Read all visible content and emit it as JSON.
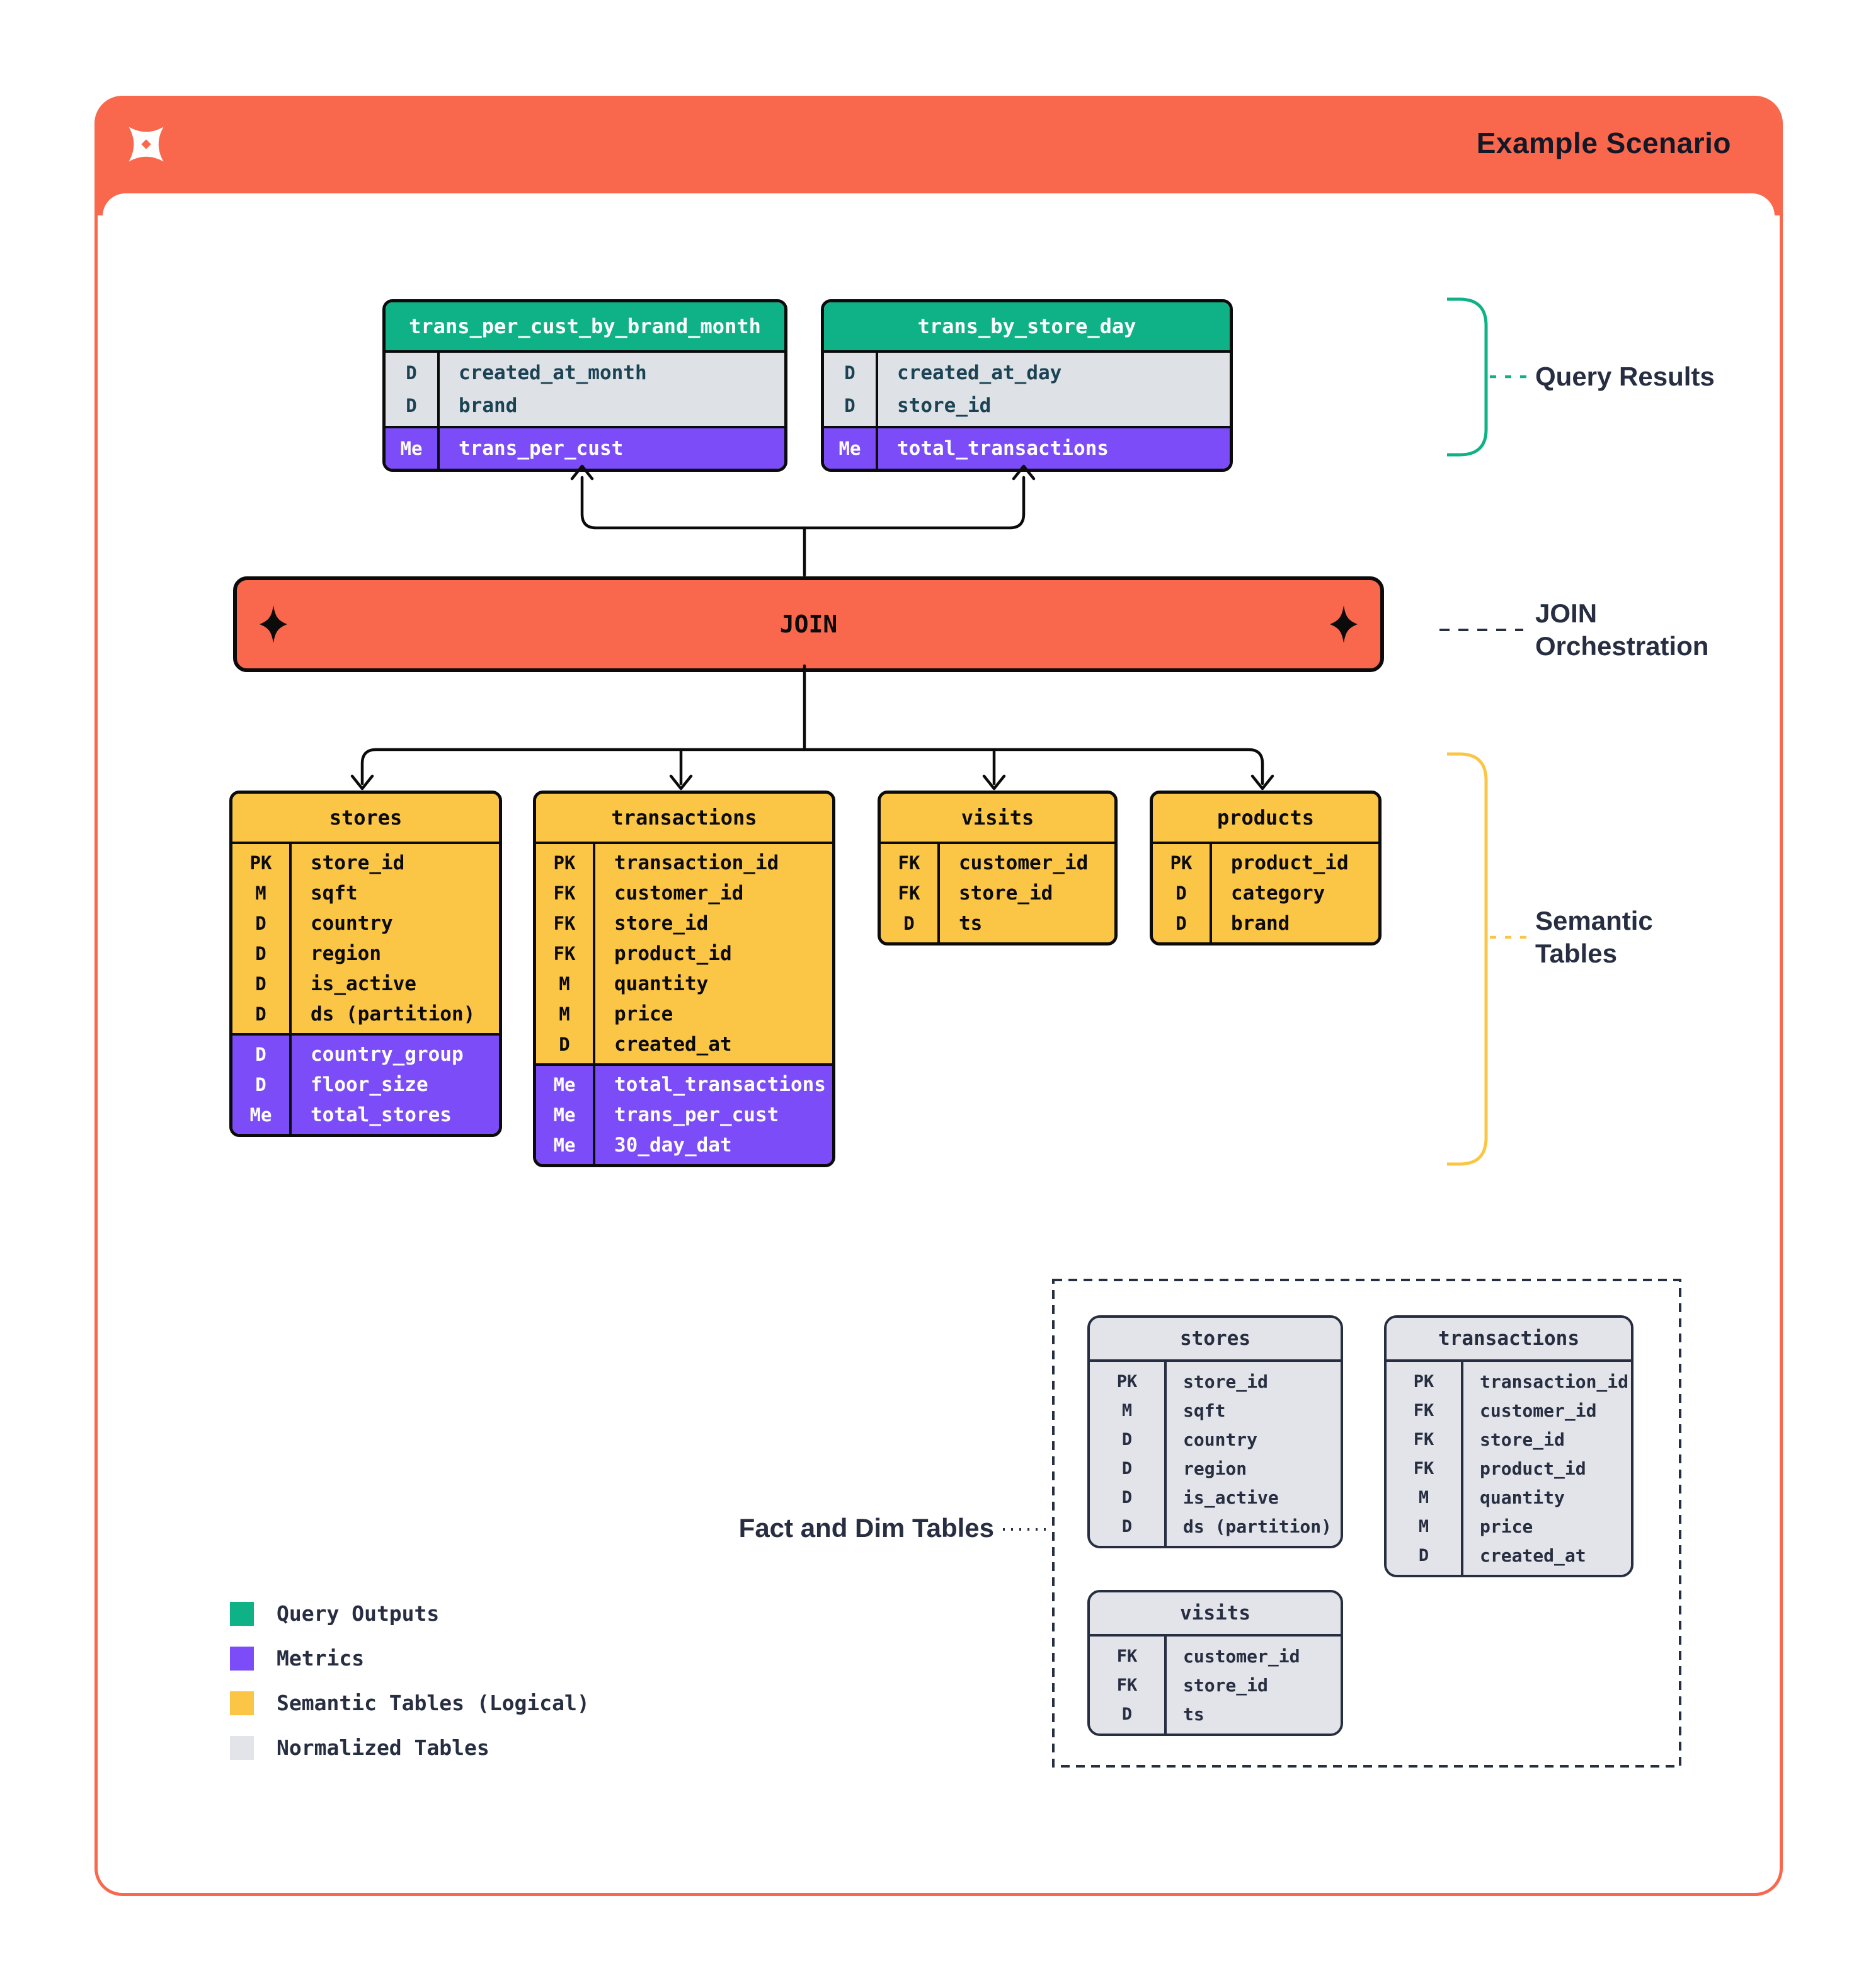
{
  "colors": {
    "orange": "#F9684C",
    "green": "#0FB286",
    "purple": "#7B4CF8",
    "yellow": "#FBC645",
    "gray_row": "#DEE1E6",
    "gray_table": "#E2E4E9",
    "navy": "#272E41",
    "teal_text": "#1B4354",
    "black": "#0B0B0B"
  },
  "header": {
    "title": "Example Scenario"
  },
  "join": {
    "label": "JOIN"
  },
  "annotations": {
    "query_results": "Query Results",
    "join_line1": "JOIN",
    "join_line2": "Orchestration",
    "semantic_line1": "Semantic",
    "semantic_line2": "Tables",
    "fact_dim": "Fact and Dim Tables"
  },
  "query_results_tables": [
    {
      "title": "trans_per_cust_by_brand_month",
      "dims": [
        {
          "key": "D",
          "name": "created_at_month"
        },
        {
          "key": "D",
          "name": "brand"
        }
      ],
      "metrics": [
        {
          "key": "Me",
          "name": "trans_per_cust"
        }
      ]
    },
    {
      "title": "trans_by_store_day",
      "dims": [
        {
          "key": "D",
          "name": "created_at_day"
        },
        {
          "key": "D",
          "name": "store_id"
        }
      ],
      "metrics": [
        {
          "key": "Me",
          "name": "total_transactions"
        }
      ]
    }
  ],
  "semantic_tables": [
    {
      "title": "stores",
      "fields": [
        {
          "key": "PK",
          "name": "store_id"
        },
        {
          "key": "M",
          "name": "sqft"
        },
        {
          "key": "D",
          "name": "country"
        },
        {
          "key": "D",
          "name": "region"
        },
        {
          "key": "D",
          "name": "is_active"
        },
        {
          "key": "D",
          "name": "ds (partition)"
        }
      ],
      "metrics": [
        {
          "key": "D",
          "name": "country_group"
        },
        {
          "key": "D",
          "name": "floor_size"
        },
        {
          "key": "Me",
          "name": "total_stores"
        }
      ]
    },
    {
      "title": "transactions",
      "fields": [
        {
          "key": "PK",
          "name": "transaction_id"
        },
        {
          "key": "FK",
          "name": "customer_id"
        },
        {
          "key": "FK",
          "name": "store_id"
        },
        {
          "key": "FK",
          "name": "product_id"
        },
        {
          "key": "M",
          "name": "quantity"
        },
        {
          "key": "M",
          "name": "price"
        },
        {
          "key": "D",
          "name": "created_at"
        }
      ],
      "metrics": [
        {
          "key": "Me",
          "name": "total_transactions"
        },
        {
          "key": "Me",
          "name": "trans_per_cust"
        },
        {
          "key": "Me",
          "name": "30_day_dat"
        }
      ]
    },
    {
      "title": "visits",
      "fields": [
        {
          "key": "FK",
          "name": "customer_id"
        },
        {
          "key": "FK",
          "name": "store_id"
        },
        {
          "key": "D",
          "name": "ts"
        }
      ],
      "metrics": []
    },
    {
      "title": "products",
      "fields": [
        {
          "key": "PK",
          "name": "product_id"
        },
        {
          "key": "D",
          "name": "category"
        },
        {
          "key": "D",
          "name": "brand"
        }
      ],
      "metrics": []
    }
  ],
  "normalized_tables": [
    {
      "title": "stores",
      "fields": [
        {
          "key": "PK",
          "name": "store_id"
        },
        {
          "key": "M",
          "name": "sqft"
        },
        {
          "key": "D",
          "name": "country"
        },
        {
          "key": "D",
          "name": "region"
        },
        {
          "key": "D",
          "name": "is_active"
        },
        {
          "key": "D",
          "name": "ds (partition)"
        }
      ]
    },
    {
      "title": "transactions",
      "fields": [
        {
          "key": "PK",
          "name": "transaction_id"
        },
        {
          "key": "FK",
          "name": "customer_id"
        },
        {
          "key": "FK",
          "name": "store_id"
        },
        {
          "key": "FK",
          "name": "product_id"
        },
        {
          "key": "M",
          "name": "quantity"
        },
        {
          "key": "M",
          "name": "price"
        },
        {
          "key": "D",
          "name": "created_at"
        }
      ]
    },
    {
      "title": "visits",
      "fields": [
        {
          "key": "FK",
          "name": "customer_id"
        },
        {
          "key": "FK",
          "name": "store_id"
        },
        {
          "key": "D",
          "name": "ts"
        }
      ]
    }
  ],
  "legend": {
    "items": [
      {
        "label": "Query Outputs",
        "swatch": "#0FB286"
      },
      {
        "label": "Metrics",
        "swatch": "#7B4CF8"
      },
      {
        "label": "Semantic Tables (Logical)",
        "swatch": "#FBC645"
      },
      {
        "label": "Normalized Tables",
        "swatch": "#E2E4E9"
      }
    ]
  }
}
